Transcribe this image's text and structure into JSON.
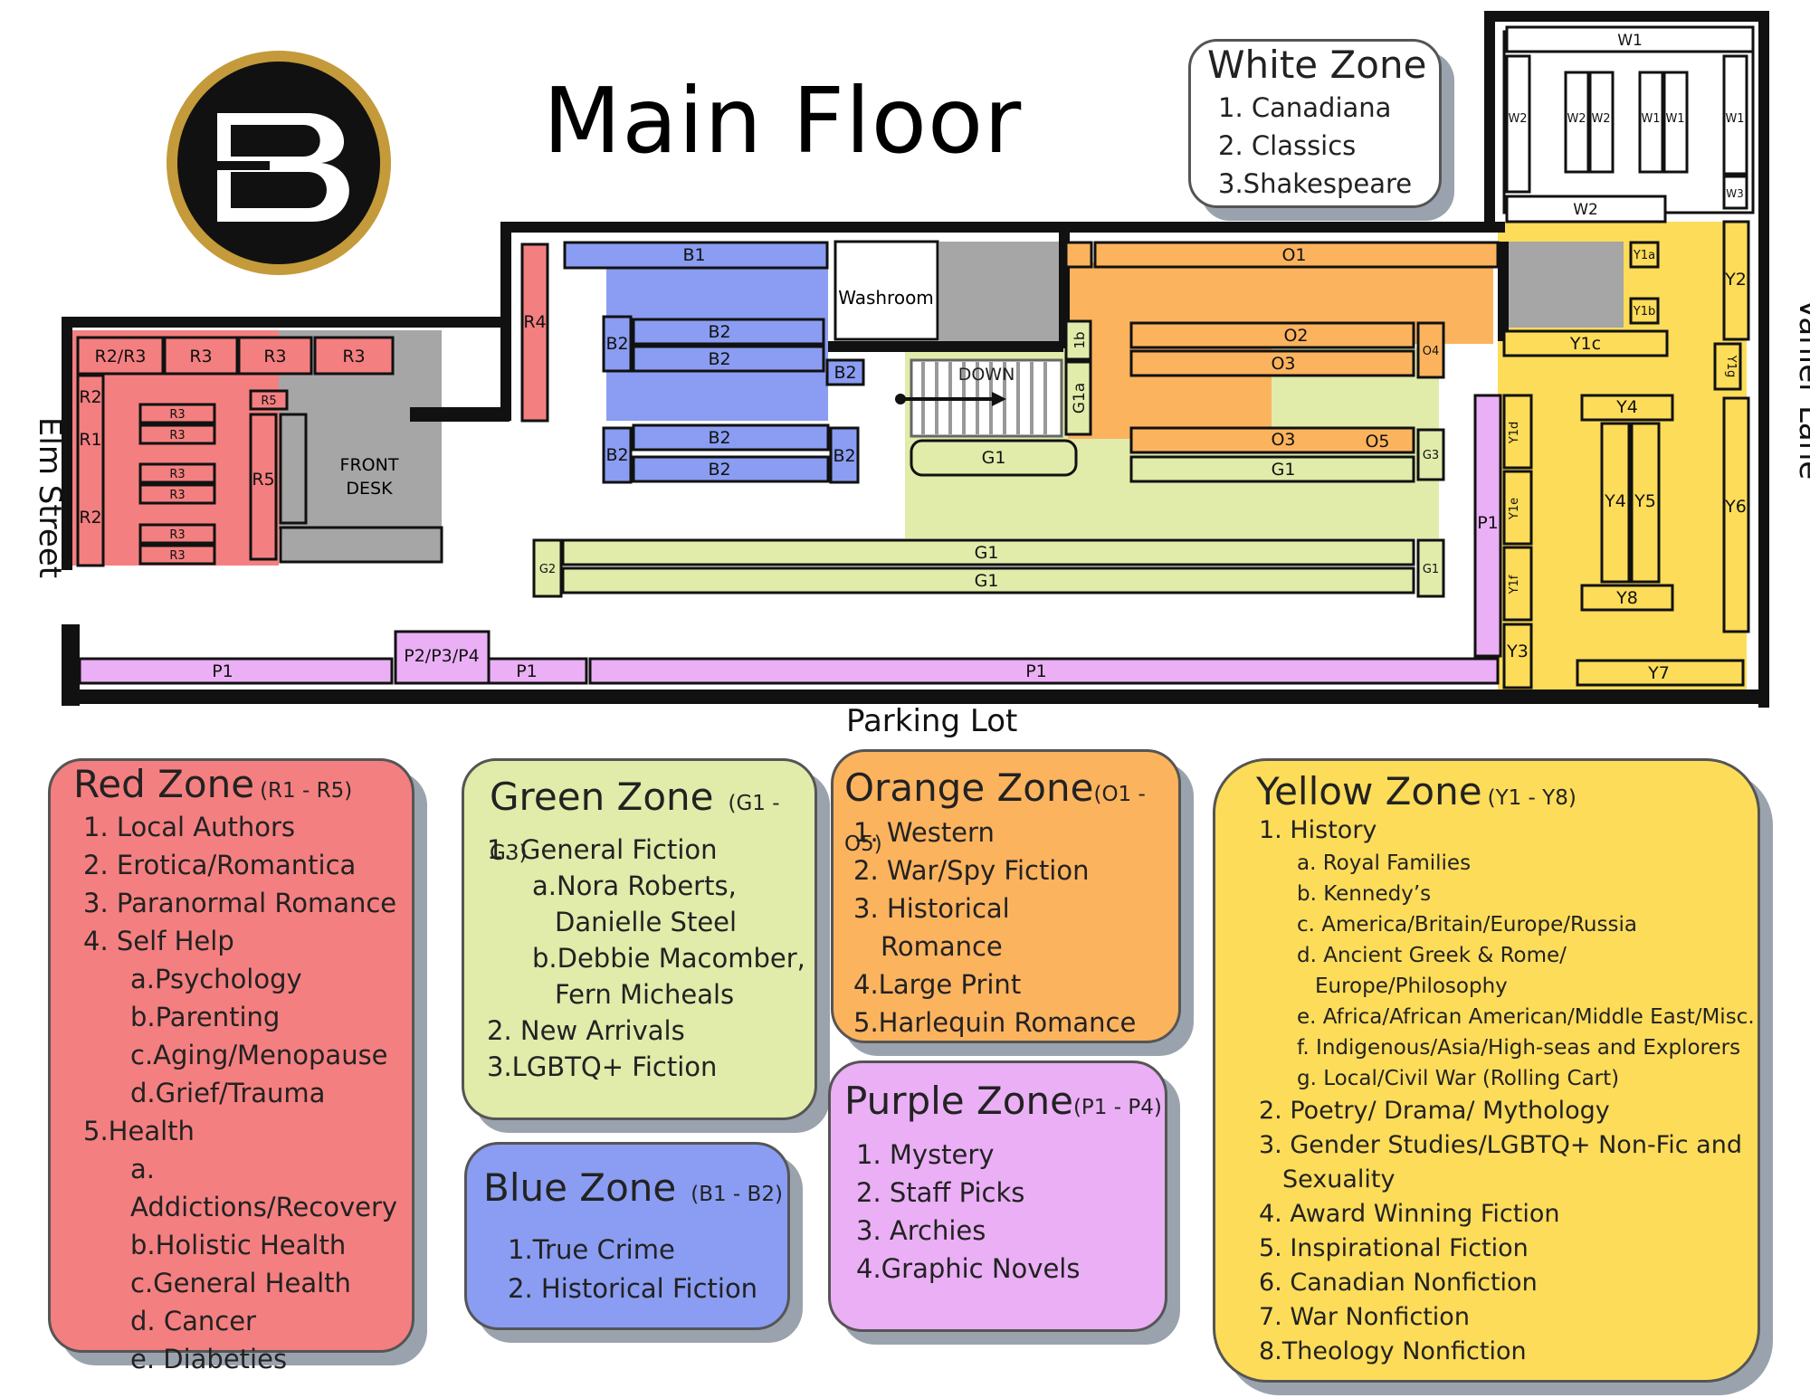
{
  "title": "Main Floor",
  "streets": {
    "left": "Elm Street",
    "right": "Vanier Lane",
    "bottom": "Parking Lot"
  },
  "logo": {
    "name": "B-logo-icon",
    "letter": "B",
    "ring_color": "#c49a3a",
    "fill_color": "#111111"
  },
  "colors": {
    "red": "#f47f80",
    "green": "#e1ebaa",
    "blue": "#8a9df2",
    "orange": "#fcb35e",
    "purple": "#eaaff5",
    "yellow": "#fddc59",
    "grey": "#a6a6a6",
    "wall": "#111111"
  },
  "plan_labels": {
    "washroom": "Washroom",
    "down": "DOWN",
    "front_desk_1": "FRONT",
    "front_desk_2": "DESK"
  },
  "shelves": {
    "r2r3": "R2/R3",
    "r3a": "R3",
    "r3b": "R3",
    "r3c": "R3",
    "r4": "R4",
    "r5a": "R5",
    "r5b": "R5",
    "r2a": "R2",
    "r1": "R1",
    "r2b": "R2",
    "r3_1": "R3",
    "r3_2": "R3",
    "r3_3": "R3",
    "r3_4": "R3",
    "r3_5": "R3",
    "r3_6": "R3",
    "b1": "B1",
    "b2_a": "B2",
    "b2_b": "B2",
    "b2_c": "B2",
    "b2_d": "B2",
    "b2_e": "B2",
    "b2_f": "B2",
    "b2_g": "B2",
    "b2_h": "B2",
    "o1": "O1",
    "o2": "O2",
    "o3_a": "O3",
    "o3_b": "O3",
    "o4": "O4",
    "o5": "O5",
    "g1_a": "G1",
    "g1_b": "G1",
    "g1_c": "G1",
    "g1_d": "G1",
    "g1_e": "G1",
    "g1a": "G1a",
    "g2": "G2",
    "g3": "G3",
    "g1b_small": "1b",
    "p1_a": "P1",
    "p1_b": "P1",
    "p1_c": "P1",
    "p1_d": "P1",
    "p2p3p4": "P2/P3/P4",
    "w1_top": "W1",
    "w2_a": "W2",
    "w2_b": "W2",
    "w2_c": "W2",
    "w1_a": "W1",
    "w1_b": "W1",
    "w1_c": "W1",
    "w3": "W3",
    "w2_bottom": "W2",
    "y1a": "Y1a",
    "y1b": "Y1b",
    "y1c": "Y1c",
    "y1d": "Y1d",
    "y1e": "Y1e",
    "y1f": "Y1f",
    "y1g": "Y1g",
    "y2": "Y2",
    "y3": "Y3",
    "y4_a": "Y4",
    "y4_b": "Y4",
    "y5": "Y5",
    "y6": "Y6",
    "y7": "Y7",
    "y8": "Y8"
  },
  "zones": {
    "white": {
      "name": "White Zone",
      "items": [
        "1.  Canadiana",
        "2.  Classics",
        "3.Shakespeare"
      ]
    },
    "red": {
      "name": "Red Zone",
      "range": "(R1 - R5)",
      "items": [
        "1.  Local Authors",
        "2.  Erotica/Romantica",
        "3.  Paranormal Romance",
        "4.  Self Help",
        "a.Psychology",
        "b.Parenting",
        "c.Aging/Menopause",
        "d.Grief/Trauma",
        "5.Health",
        "a.  Addictions/Recovery",
        "b.Holistic Health",
        "c.General Health",
        "d.  Cancer",
        "e.  Diabeties"
      ]
    },
    "green": {
      "name": "Green Zone",
      "range": "(G1 - G3)",
      "items": [
        "1.  General Fiction",
        "a.Nora Roberts,",
        "Danielle Steel",
        "b.Debbie Macomber,",
        "Fern Micheals",
        "2.  New Arrivals",
        "3.LGBTQ+ Fiction"
      ]
    },
    "blue": {
      "name": "Blue Zone",
      "range": "(B1 - B2)",
      "items": [
        "1.True Crime",
        "2.  Historical Fiction"
      ]
    },
    "orange": {
      "name": "Orange Zone",
      "range": "(O1 - O5)",
      "items": [
        "1.  Western",
        "2.  War/Spy Fiction",
        "3.  Historical",
        "Romance",
        "4.Large Print",
        "5.Harlequin Romance"
      ]
    },
    "purple": {
      "name": "Purple Zone",
      "range": "(P1 - P4)",
      "items": [
        "1.  Mystery",
        "2.  Staff Picks",
        "3.  Archies",
        "4.Graphic Novels"
      ]
    },
    "yellow": {
      "name": "Yellow Zone",
      "range": "(Y1 - Y8)",
      "items": [
        "1.  History",
        "a.  Royal Families",
        "b.  Kennedy’s",
        "c.  America/Britain/Europe/Russia",
        "d.  Ancient Greek & Rome/",
        "Europe/Philosophy",
        "e.  Africa/African American/Middle East/Misc.",
        "f.  Indigenous/Asia/High-seas and Explorers",
        "g.  Local/Civil War (Rolling Cart)",
        "2.  Poetry/ Drama/ Mythology",
        "3.  Gender Studies/LGBTQ+ Non-Fic and",
        "Sexuality",
        "4.  Award Winning Fiction",
        "5.  Inspirational Fiction",
        "6.  Canadian Nonfiction",
        "7.  War Nonfiction",
        "8.Theology Nonfiction"
      ]
    }
  }
}
